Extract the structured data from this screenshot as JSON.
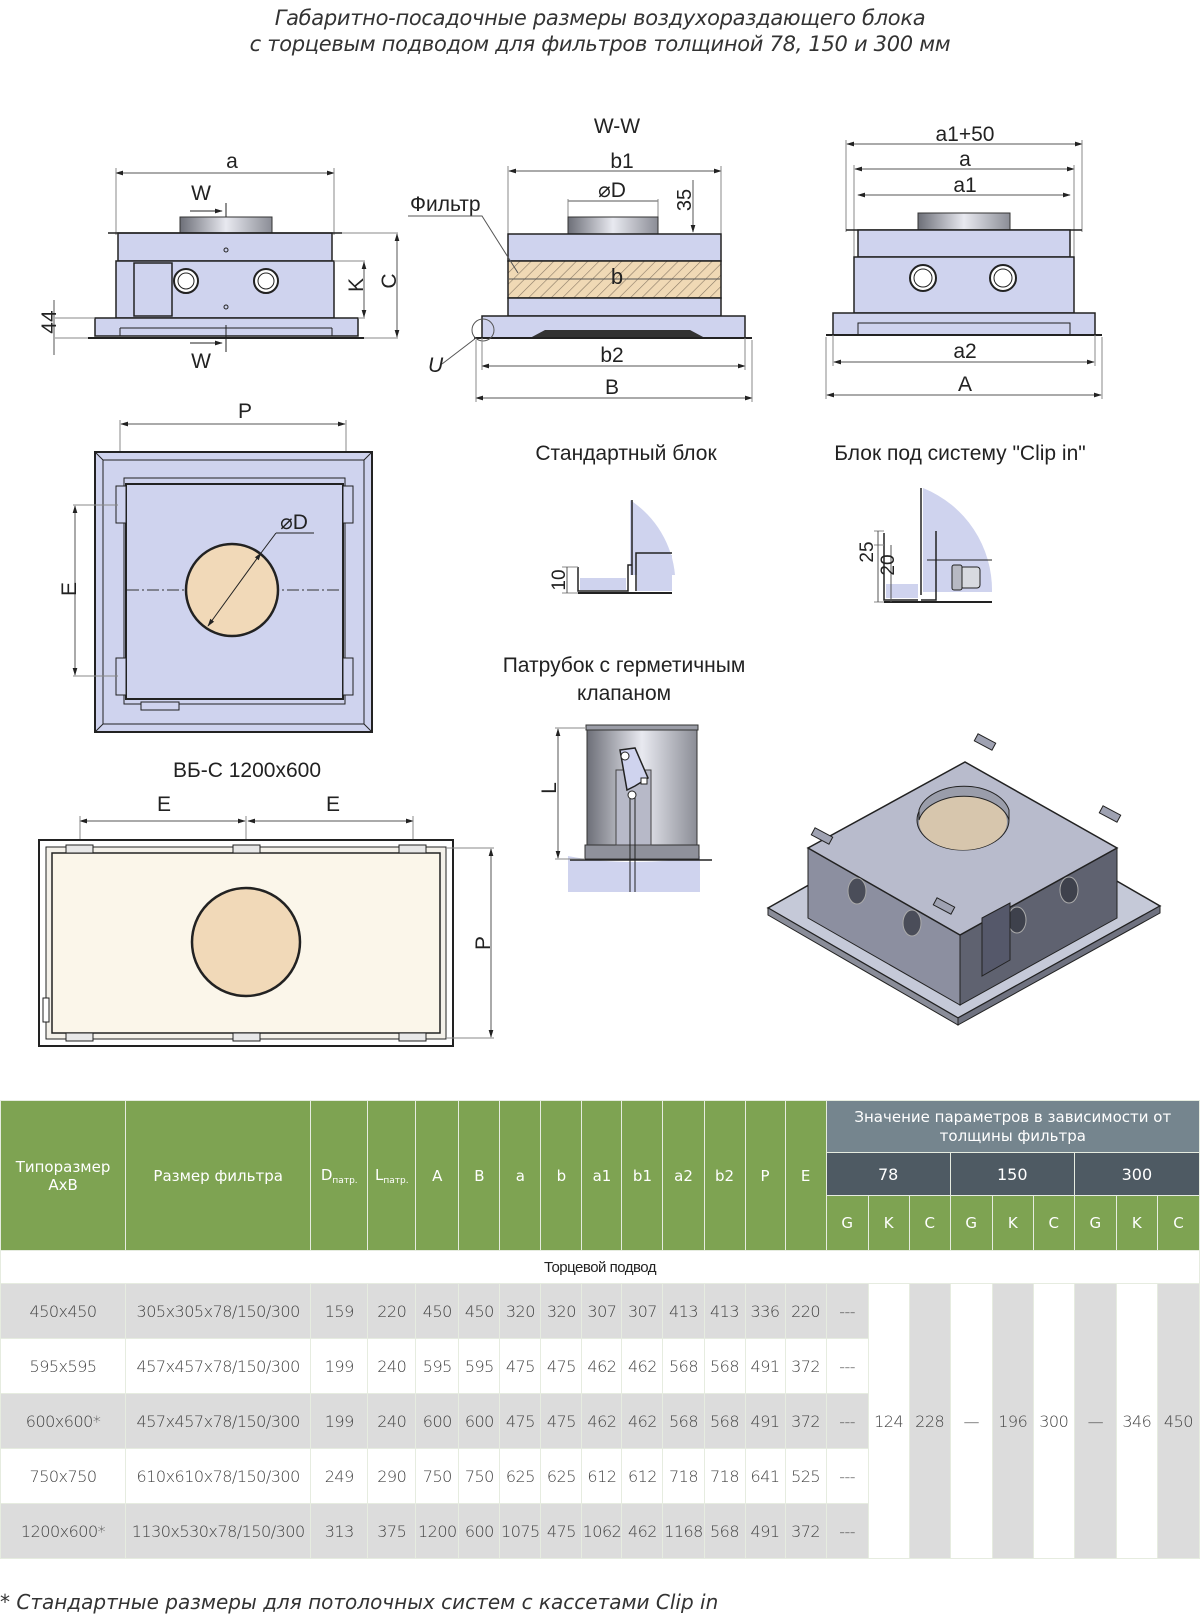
{
  "title": {
    "line1": "Габаритно-посадочные размеры воздухораздающего блока",
    "line2": "с торцевым подводом для фильтров толщиной 78, 150 и 300 мм"
  },
  "drawings": {
    "front_view": {
      "dim_a": "a",
      "section_top": "W",
      "section_bottom": "W",
      "dim_44": "44",
      "dim_K": "K",
      "dim_C": "C"
    },
    "section_view": {
      "title": "W-W",
      "dim_b1": "b1",
      "dim_D": "⌀D",
      "dim_35": "35",
      "filter_label": "Фильтр",
      "dim_b": "b",
      "detail_U": "U",
      "dim_b2": "b2",
      "dim_B": "B"
    },
    "side_view": {
      "dim_a1_50": "a1+50",
      "dim_a": "a",
      "dim_a1": "a1",
      "dim_a2": "a2",
      "dim_A": "A"
    },
    "top_view": {
      "dim_P": "P",
      "dim_E": "E",
      "dim_D": "⌀D"
    },
    "standard_block": {
      "caption": "Стандартный блок",
      "dim_10": "10"
    },
    "clip_in_block": {
      "caption": "Блок под систему \"Clip in\"",
      "dim_25": "25",
      "dim_20": "20"
    },
    "valve_nozzle": {
      "caption_line1": "Патрубок с герметичным",
      "caption_line2": "клапаном",
      "dim_L": "L"
    },
    "vbs_view": {
      "title": "ВБ-С 1200x600",
      "dim_E1": "E",
      "dim_E2": "E",
      "dim_P": "P"
    }
  },
  "colors": {
    "header_green": "#7ea352",
    "header_grey": "#75858e",
    "header_dark": "#4e5a63",
    "row_grey": "#dcdcdc",
    "metal_blue": "#cfd3ee",
    "filter_wood": "#f1d9b8"
  },
  "table": {
    "headers": {
      "type": "Типоразмер АхВ",
      "filter": "Размер фильтра",
      "D": "D",
      "D_sub": "патр.",
      "L": "L",
      "L_sub": "патр.",
      "cols": [
        "A",
        "B",
        "a",
        "b",
        "a1",
        "b1",
        "a2",
        "b2",
        "P",
        "E"
      ],
      "group": "Значение параметров в зависимости от толщины фильтра",
      "thickness": [
        "78",
        "150",
        "300"
      ],
      "sub": [
        "G",
        "K",
        "C",
        "G",
        "K",
        "C",
        "G",
        "K",
        "C"
      ]
    },
    "section": "Торцевой подвод",
    "rows": [
      {
        "type": "450x450",
        "filter": "305x305x78/150/300",
        "D": "159",
        "L": "220",
        "vals": [
          "450",
          "450",
          "320",
          "320",
          "307",
          "307",
          "413",
          "413",
          "336",
          "220"
        ],
        "G78": "---"
      },
      {
        "type": "595x595",
        "filter": "457x457x78/150/300",
        "D": "199",
        "L": "240",
        "vals": [
          "595",
          "595",
          "475",
          "475",
          "462",
          "462",
          "568",
          "568",
          "491",
          "372"
        ],
        "G78": "---"
      },
      {
        "type": "600x600*",
        "filter": "457x457x78/150/300",
        "D": "199",
        "L": "240",
        "vals": [
          "600",
          "600",
          "475",
          "475",
          "462",
          "462",
          "568",
          "568",
          "491",
          "372"
        ],
        "G78": "---"
      },
      {
        "type": "750x750",
        "filter": "610x610x78/150/300",
        "D": "249",
        "L": "290",
        "vals": [
          "750",
          "750",
          "625",
          "625",
          "612",
          "612",
          "718",
          "718",
          "641",
          "525"
        ],
        "G78": "---"
      },
      {
        "type": "1200x600*",
        "filter": "1130x530x78/150/300",
        "D": "313",
        "L": "375",
        "vals": [
          "1200",
          "600",
          "1075",
          "475",
          "1062",
          "462",
          "1168",
          "568",
          "491",
          "372"
        ],
        "G78": "---"
      }
    ],
    "merged": {
      "K78": "124",
      "C78": "228",
      "G150": "—",
      "K150": "196",
      "C150": "300",
      "G300": "—",
      "K300": "346",
      "C300": "450"
    }
  },
  "footnote": "* Стандартные размеры для потолочных систем с кассетами Clip in"
}
